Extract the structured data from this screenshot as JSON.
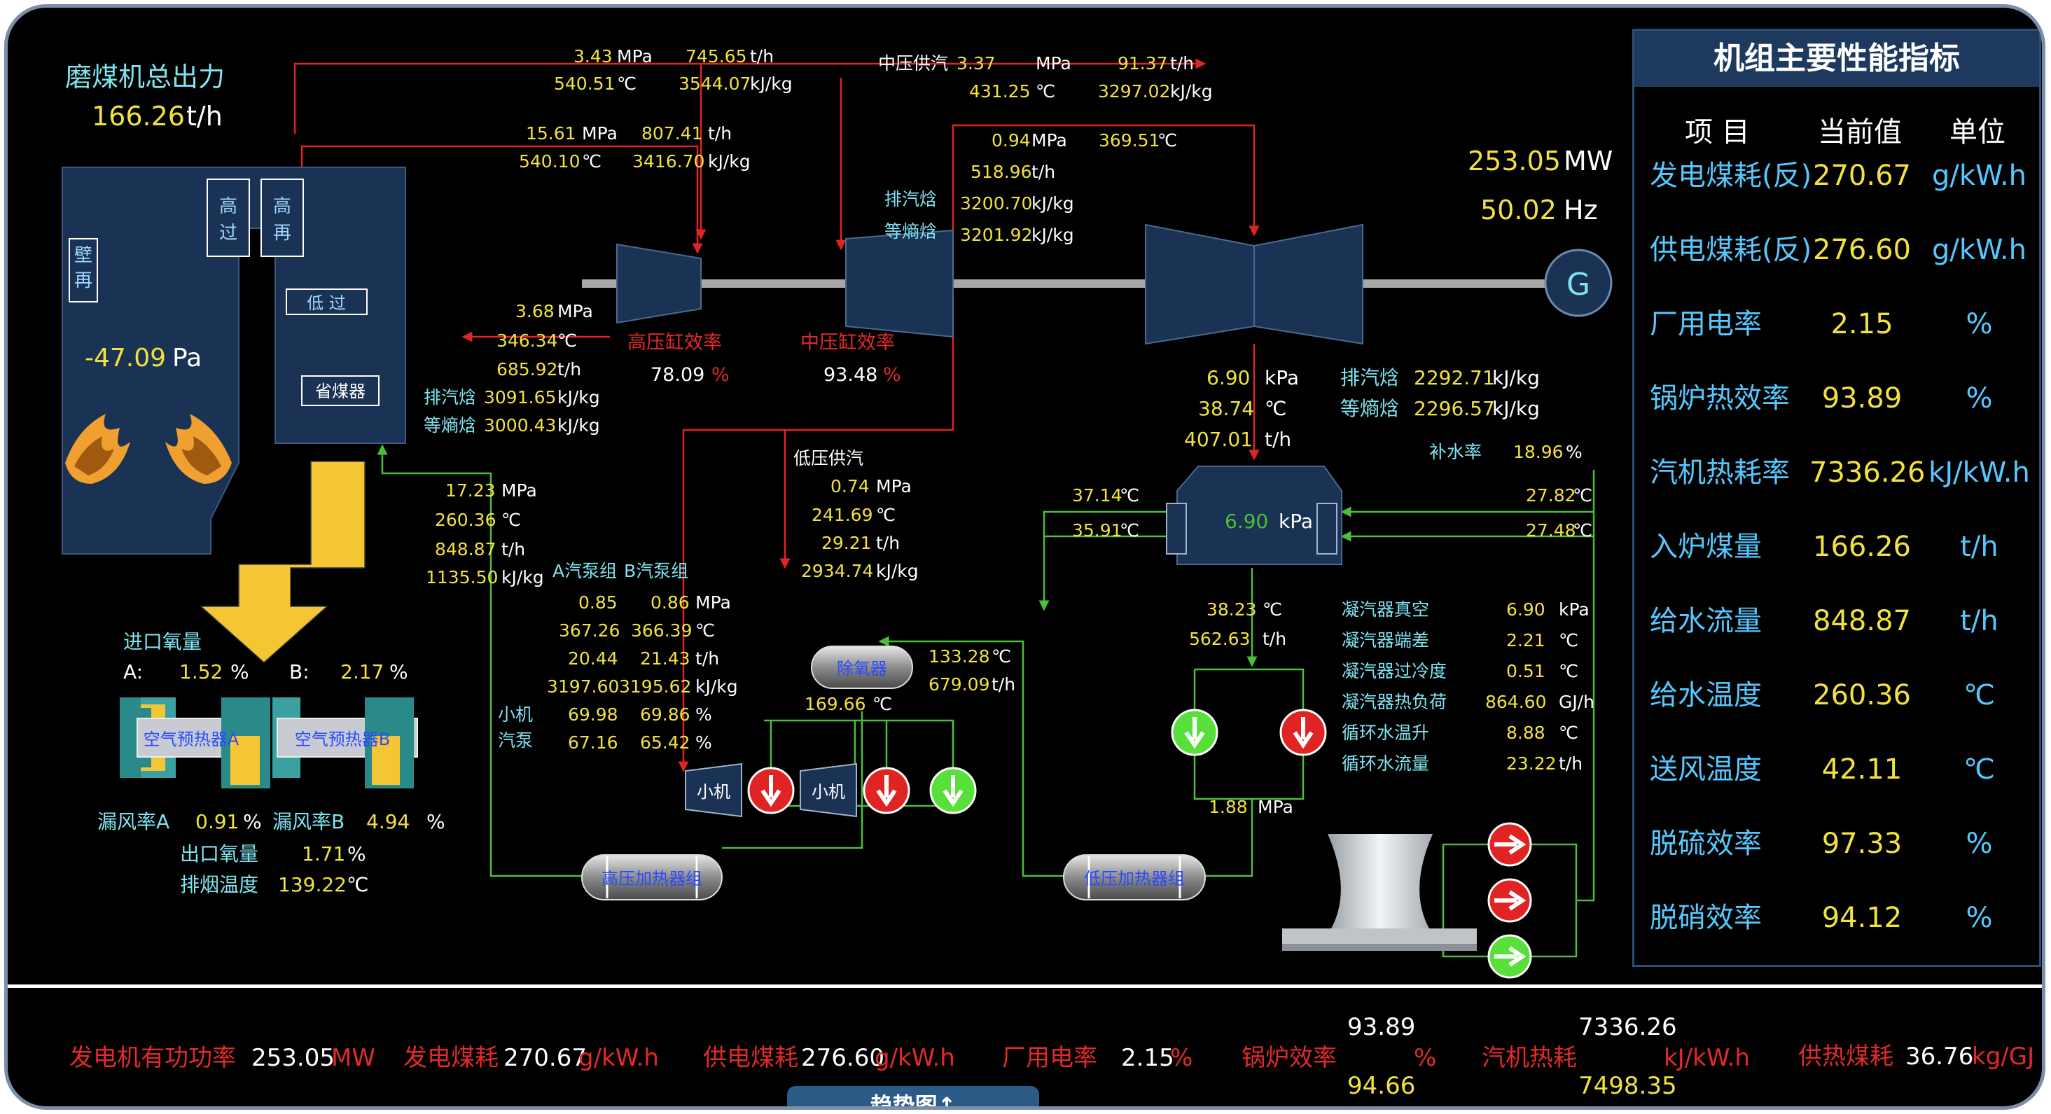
{
  "mill": {
    "title": "磨煤机总出力",
    "value": "166.26",
    "unit": "t/h"
  },
  "furnace": {
    "pressure": "-47.09",
    "unit": "Pa",
    "labels": {
      "wall_reheat_1": "壁",
      "wall_reheat_2": "再",
      "hs_1": "高",
      "hs_2": "过",
      "hr_1": "高",
      "hr_2": "再",
      "low_sh": "低 过",
      "economizer": "省煤器"
    }
  },
  "hp_inlet": {
    "p": "3.43",
    "p_unit": "MPa",
    "f": "745.65",
    "f_unit": "t/h",
    "t": "540.51",
    "t_unit": "℃",
    "h": "3544.07",
    "h_unit": "kJ/kg"
  },
  "main_steam": {
    "p": "15.61",
    "p_unit": "MPa",
    "f": "807.41",
    "f_unit": "t/h",
    "t": "540.10",
    "t_unit": "℃",
    "h": "3416.70",
    "h_unit": "kJ/kg"
  },
  "ip_supply": {
    "label": "中压供汽",
    "p": "3.37",
    "p_unit": "MPa",
    "f": "91.37",
    "f_unit": "t/h",
    "t": "431.25",
    "t_unit": "℃",
    "h": "3297.02",
    "h_unit": "kJ/kg"
  },
  "ip_exhaust": {
    "p": "0.94",
    "p_unit": "MPa",
    "t": "369.51",
    "t_unit": "℃",
    "f": "518.96",
    "f_unit": "t/h",
    "h_label": "排汽焓",
    "h": "3200.70",
    "h_unit": "kJ/kg",
    "hs_label": "等熵焓",
    "hs": "3201.92",
    "hs_unit": "kJ/kg"
  },
  "generator": {
    "power": "253.05",
    "power_unit": "MW",
    "freq": "50.02",
    "freq_unit": "Hz",
    "symbol": "G"
  },
  "hp_exhaust": {
    "p": "3.68",
    "p_unit": "MPa",
    "t": "346.34",
    "t_unit": "℃",
    "f": "685.92",
    "f_unit": "t/h",
    "h_label": "排汽焓",
    "h": "3091.65",
    "h_unit": "kJ/kg",
    "hs_label": "等熵焓",
    "hs": "3000.43",
    "hs_unit": "kJ/kg"
  },
  "hp_eff": {
    "label": "高压缸效率",
    "value": "78.09",
    "unit": "%"
  },
  "ip_eff": {
    "label": "中压缸效率",
    "value": "93.48",
    "unit": "%"
  },
  "lp_exhaust": {
    "p": "6.90",
    "p_unit": "kPa",
    "t": "38.74",
    "t_unit": "℃",
    "f": "407.01",
    "f_unit": "t/h",
    "h_label": "排汽焓",
    "h": "2292.71",
    "h_unit": "kJ/kg",
    "hs_label": "等熵焓",
    "hs": "2296.57",
    "hs_unit": "kJ/kg"
  },
  "makeup": {
    "label": "补水率",
    "value": "18.96",
    "unit": "%"
  },
  "condenser": {
    "pressure": "6.90",
    "unit": "kPa",
    "t_left_top": "37.14",
    "t_left_bot": "35.91",
    "t_right_top": "27.82",
    "t_right_bot": "27.48",
    "t_unit": "℃",
    "out_t": "38.23",
    "out_t_unit": "℃",
    "out_f": "562.63",
    "out_f_unit": "t/h"
  },
  "cond_stats": [
    {
      "label": "凝汽器真空",
      "value": "6.90",
      "unit": "kPa"
    },
    {
      "label": "凝汽器端差",
      "value": "2.21",
      "unit": "℃"
    },
    {
      "label": "凝汽器过冷度",
      "value": "0.51",
      "unit": "℃"
    },
    {
      "label": "凝汽器热负荷",
      "value": "864.60",
      "unit": "GJ/h"
    },
    {
      "label": "循环水温升",
      "value": "8.88",
      "unit": "℃"
    },
    {
      "label": "循环水流量",
      "value": "23.22",
      "unit": "t/h"
    }
  ],
  "lp_supply": {
    "label": "低压供汽",
    "p": "0.74",
    "p_unit": "MPa",
    "t": "241.69",
    "t_unit": "℃",
    "f": "29.21",
    "f_unit": "t/h",
    "h": "2934.74",
    "h_unit": "kJ/kg"
  },
  "feedwater": {
    "p": "17.23",
    "p_unit": "MPa",
    "t": "260.36",
    "t_unit": "℃",
    "f": "848.87",
    "f_unit": "t/h",
    "h": "1135.50",
    "h_unit": "kJ/kg"
  },
  "pumps": {
    "a_label": "A汽泵组",
    "b_label": "B汽泵组",
    "rows": [
      {
        "a": "0.85",
        "b": "0.86",
        "unit": "MPa",
        "side": ""
      },
      {
        "a": "367.26",
        "b": "366.39",
        "unit": "℃",
        "side": ""
      },
      {
        "a": "20.44",
        "b": "21.43",
        "unit": "t/h",
        "side": ""
      },
      {
        "a": "3197.60",
        "b": "3195.62",
        "unit": "kJ/kg",
        "side": ""
      },
      {
        "a": "69.98",
        "b": "69.86",
        "unit": "%",
        "side": "小机"
      },
      {
        "a": "67.16",
        "b": "65.42",
        "unit": "%",
        "side": "汽泵"
      }
    ],
    "small_turbine": "小机"
  },
  "deaerator": {
    "label": "除氧器",
    "t": "169.66",
    "t_unit": "℃",
    "in_t": "133.28",
    "in_t_unit": "℃",
    "in_f": "679.09",
    "in_f_unit": "t/h"
  },
  "cond_pump": {
    "p": "1.88",
    "p_unit": "MPa"
  },
  "hp_heaters": "高压加热器组",
  "lp_heaters": "低压加热器组",
  "air": {
    "inlet_o2_label": "进口氧量",
    "a_label": "A:",
    "a": "1.52",
    "b_label": "B:",
    "b": "2.17",
    "unit": "%",
    "preheater_a": "空气预热器A",
    "preheater_b": "空气预热器B",
    "leak_a_label": "漏风率A",
    "leak_a": "0.91",
    "leak_b_label": "漏风率B",
    "leak_b": "4.94",
    "outlet_o2_label": "出口氧量",
    "outlet_o2": "1.71",
    "flue_t_label": "排烟温度",
    "flue_t": "139.22",
    "flue_t_unit": "℃"
  },
  "kpi": {
    "title": "机组主要性能指标",
    "headers": [
      "项 目",
      "当前值",
      "单位"
    ],
    "rows": [
      {
        "name": "发电煤耗(反)",
        "value": "270.67",
        "unit": "g/kW.h"
      },
      {
        "name": "供电煤耗(反)",
        "value": "276.60",
        "unit": "g/kW.h"
      },
      {
        "name": "厂用电率",
        "value": "2.15",
        "unit": "%"
      },
      {
        "name": "锅炉热效率",
        "value": "93.89",
        "unit": "%"
      },
      {
        "name": "汽机热耗率",
        "value": "7336.26",
        "unit": "kJ/kW.h"
      },
      {
        "name": "入炉煤量",
        "value": "166.26",
        "unit": "t/h"
      },
      {
        "name": "给水流量",
        "value": "848.87",
        "unit": "t/h"
      },
      {
        "name": "给水温度",
        "value": "260.36",
        "unit": "℃"
      },
      {
        "name": "送风温度",
        "value": "42.11",
        "unit": "℃"
      },
      {
        "name": "脱硫效率",
        "value": "97.33",
        "unit": "%"
      },
      {
        "name": "脱硝效率",
        "value": "94.12",
        "unit": "%"
      }
    ]
  },
  "bottom": {
    "gen_power": {
      "label": "发电机有功功率",
      "value": "253.05",
      "unit": "MW"
    },
    "gen_coal": {
      "label": "发电煤耗",
      "value": "270.67",
      "unit": "g/kW.h"
    },
    "sup_coal": {
      "label": "供电煤耗",
      "value": "276.60",
      "unit": "g/kW.h"
    },
    "aux_rate": {
      "label": "厂用电率",
      "value": "2.15",
      "unit": "%"
    },
    "boiler_eff": {
      "label": "锅炉效率",
      "value_top": "93.89",
      "value_bot": "94.66",
      "unit": "%"
    },
    "heat_rate": {
      "label": "汽机热耗",
      "value_top": "7336.26",
      "value_bot": "7498.35",
      "unit": "kJ/kW.h"
    },
    "heat_coal": {
      "label": "供热煤耗",
      "value": "36.76",
      "unit": "kg/GJ"
    },
    "trend_button": "趋势图↑"
  },
  "colors": {
    "background": "#000000",
    "steam_line": "#e02424",
    "water_line": "#4cbf3a",
    "value_text": "#f2e23c",
    "panel_header": "#1d3a5e",
    "equipment": "#1a3253"
  }
}
